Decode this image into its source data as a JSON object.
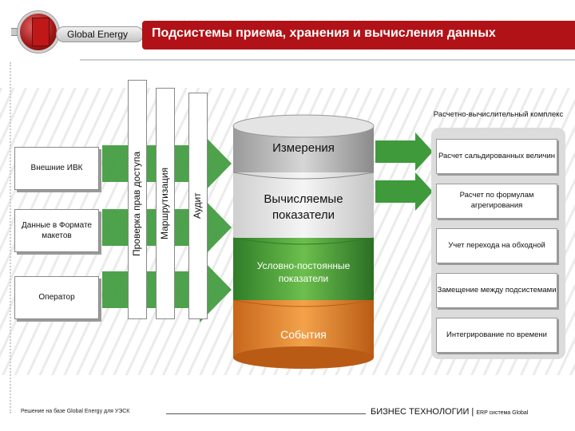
{
  "header": {
    "brand": "Global Energy",
    "title": "Подсистемы приема, хранения и вычисления данных"
  },
  "left_sources": [
    {
      "label": "Внешние ИВК"
    },
    {
      "label": "Данные в Формате макетов"
    },
    {
      "label": "Оператор"
    }
  ],
  "vertical_stages": [
    {
      "label": "Проверка прав доступа"
    },
    {
      "label": "Маршрутизация"
    },
    {
      "label": "Аудит"
    }
  ],
  "storage": {
    "layers": [
      {
        "label": "Измерения"
      },
      {
        "label": "Вычисляемые показатели"
      },
      {
        "label": "Условно-постоянные показатели"
      },
      {
        "label": "События"
      }
    ]
  },
  "computing_complex": {
    "title": "Расчетно-вычислительный комплекс",
    "items": [
      {
        "label": "Расчет сальдированных величин"
      },
      {
        "label": "Расчет по формулам агрегирования"
      },
      {
        "label": "Учет перехода на обходной"
      },
      {
        "label": "Замещение между подсистемами"
      },
      {
        "label": "Интегрирование по времени"
      }
    ]
  },
  "footer": {
    "left": "Решение на базе Global Energy для УЭСК",
    "right_main": "БИЗНЕС ТЕХНОЛОГИИ |",
    "right_small": "ERP система Global"
  },
  "colors": {
    "accent_red": "#b11217",
    "arrow_green": "#3f9a3c",
    "cylinder_gray": "#bdbdbd",
    "band_light": "#e8e8e8",
    "band_green": "#4a9c3a",
    "band_orange": "#e58a2c"
  }
}
